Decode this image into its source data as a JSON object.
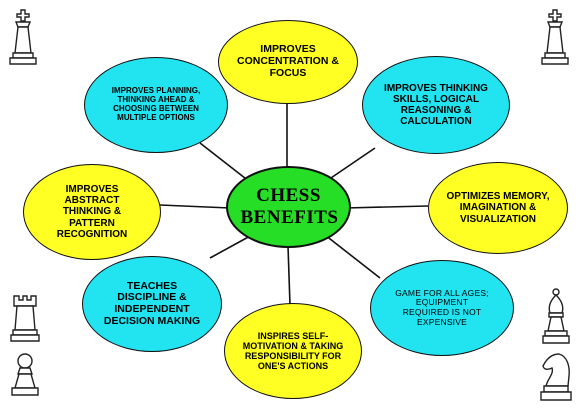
{
  "colors": {
    "yellow": "#ffff24",
    "cyan": "#22e3f0",
    "green": "#26de26",
    "outline": "#111111"
  },
  "center": {
    "label": "CHESS BENEFITS"
  },
  "nodes": {
    "top": "IMPROVES CONCENTRATION & FOCUS",
    "top_left": "IMPROVES PLANNING, THINKING AHEAD & CHOOSING BETWEEN MULTIPLE OPTIONS",
    "top_right": "IMPROVES THINKING SKILLS, LOGICAL REASONING & CALCULATION",
    "left": "IMPROVES ABSTRACT THINKING & PATTERN RECOGNITION",
    "right": "OPTIMIZES MEMORY, IMAGINATION & VISUALIZATION",
    "bottom_left": "TEACHES DISCIPLINE & INDEPENDENT DECISION MAKING",
    "bottom": "INSPIRES SELF-MOTIVATION & TAKING RESPONSIBILITY FOR ONE'S ACTIONS",
    "bottom_right": "GAME FOR ALL AGES; EQUIPMENT REQUIRED IS NOT EXPENSIVE"
  },
  "decorations": [
    "king-icon",
    "king-icon",
    "rook-icon",
    "pawn-icon",
    "bishop-icon",
    "knight-icon"
  ]
}
